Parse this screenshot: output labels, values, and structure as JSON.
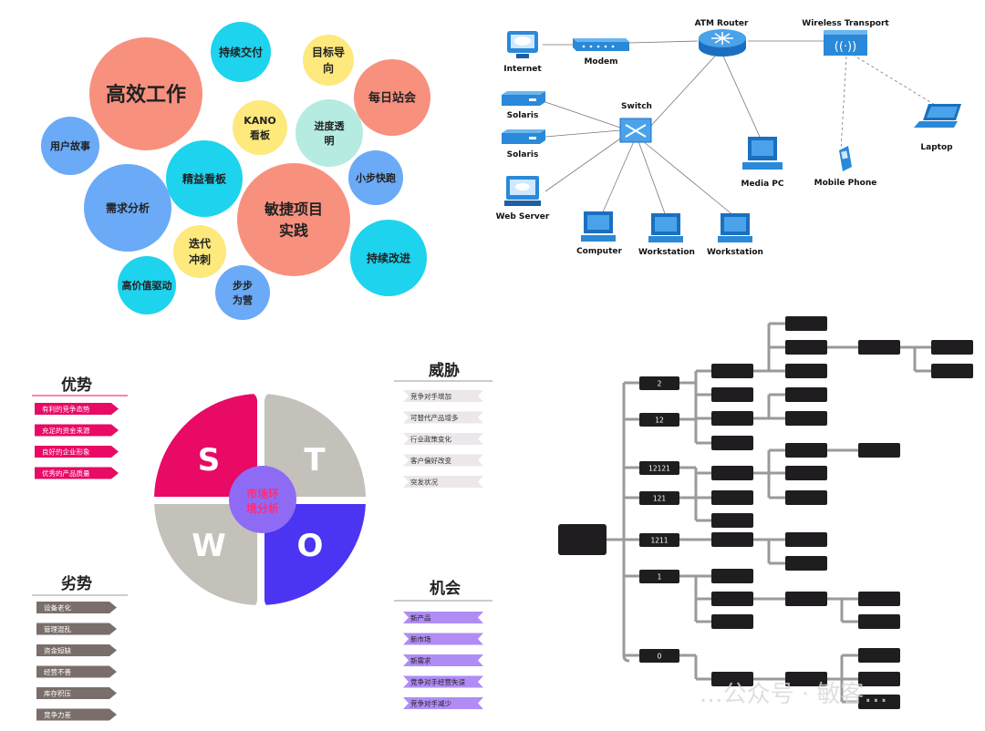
{
  "bubbles": {
    "items": [
      {
        "lines": [
          "高效工作"
        ],
        "color": "#f8907e"
      },
      {
        "lines": [
          "持续交付"
        ],
        "color": "#1dd3ee"
      },
      {
        "lines": [
          "目标导",
          "向"
        ],
        "color": "#fde97c"
      },
      {
        "lines": [
          "每日站会"
        ],
        "color": "#f8907e"
      },
      {
        "lines": [
          "用户故事"
        ],
        "color": "#6aaaf6"
      },
      {
        "lines": [
          "KANO",
          "看板"
        ],
        "color": "#fde97c"
      },
      {
        "lines": [
          "进度透",
          "明"
        ],
        "color": "#b5ebe1"
      },
      {
        "lines": [
          "需求分析"
        ],
        "color": "#6aaaf6"
      },
      {
        "lines": [
          "精益看板"
        ],
        "color": "#1dd3ee"
      },
      {
        "lines": [
          "敏捷项目",
          "实践"
        ],
        "color": "#f8907e"
      },
      {
        "lines": [
          "小步快跑"
        ],
        "color": "#6aaaf6"
      },
      {
        "lines": [
          "迭代",
          "冲刺"
        ],
        "color": "#fde97c"
      },
      {
        "lines": [
          "持续改进"
        ],
        "color": "#1dd3ee"
      },
      {
        "lines": [
          "高价值驱动"
        ],
        "color": "#1dd3ee"
      },
      {
        "lines": [
          "步步",
          "为营"
        ],
        "color": "#6aaaf6"
      }
    ]
  },
  "network": {
    "nodes": [
      {
        "id": "internet",
        "label": "Internet",
        "icon": "cloud-monitor-icon"
      },
      {
        "id": "modem",
        "label": "Modem",
        "icon": "modem-icon"
      },
      {
        "id": "router",
        "label": "ATM Router",
        "icon": "router-icon"
      },
      {
        "id": "wireless",
        "label": "Wireless Transport",
        "icon": "wireless-icon"
      },
      {
        "id": "solaris1",
        "label": "Solaris",
        "icon": "server-icon"
      },
      {
        "id": "solaris2",
        "label": "Solaris",
        "icon": "server-icon"
      },
      {
        "id": "switch",
        "label": "Switch",
        "icon": "switch-icon"
      },
      {
        "id": "webserver",
        "label": "Web Server",
        "icon": "web-server-icon"
      },
      {
        "id": "computer",
        "label": "Computer",
        "icon": "computer-icon"
      },
      {
        "id": "ws1",
        "label": "Workstation",
        "icon": "workstation-icon"
      },
      {
        "id": "ws2",
        "label": "Workstation",
        "icon": "workstation-icon"
      },
      {
        "id": "mediapc",
        "label": "Media PC",
        "icon": "media-pc-icon"
      },
      {
        "id": "phone",
        "label": "Mobile Phone",
        "icon": "mobile-phone-icon"
      },
      {
        "id": "laptop",
        "label": "Laptop",
        "icon": "laptop-icon"
      }
    ]
  },
  "swot": {
    "center": "市场环境分析",
    "quadrant_letters": [
      "S",
      "T",
      "W",
      "O"
    ],
    "colors": {
      "S": "#e80a64",
      "T": "#c4c1bb",
      "W": "#c4c1bb",
      "O": "#4b35f2"
    },
    "strengths": {
      "title": "优势",
      "items": [
        "有利的竞争态势",
        "充足的资金来源",
        "良好的企业形象",
        "优秀的产品质量"
      ]
    },
    "threats": {
      "title": "威胁",
      "items": [
        "竞争对手增加",
        "可替代产品增多",
        "行业政策变化",
        "客户偏好改变",
        "突发状况"
      ]
    },
    "weaknesses": {
      "title": "劣势",
      "items": [
        "设备老化",
        "管理混乱",
        "资金短缺",
        "经营不善",
        "库存积压",
        "竞争力差"
      ]
    },
    "opportunities": {
      "title": "机会",
      "items": [
        "新产品",
        "新市场",
        "新需求",
        "竞争对手经营失误",
        "竞争对手减少"
      ]
    }
  },
  "tree": {
    "branch_labels": [
      "2",
      "12",
      "12121",
      "121",
      "1211",
      "1",
      "0"
    ],
    "watermark": "…公众号 · 敏客…"
  }
}
